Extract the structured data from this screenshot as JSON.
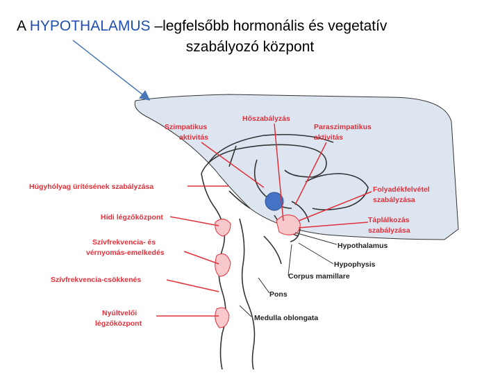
{
  "title": {
    "highlight": "HYPOTHALAMUS",
    "prefix": "A ",
    "rest_line1": " –legfelsőbb hormonális és vegetatív",
    "line2": "szabályozó központ"
  },
  "labels_red": {
    "szimpatikus_1": "Szimpatikus",
    "szimpatikus_2": "aktivitás",
    "hoszabalyzas": "Hőszabályzás",
    "paraszimpatikus_1": "Paraszimpatikus",
    "paraszimpatikus_2": "aktivitás",
    "hugyholyag": "Húgyhólyag ürítésének szabályzása",
    "folyadek_1": "Folyadékfelvétel",
    "folyadek_2": "szabályzása",
    "hidi": "Hídi légzőközpont",
    "taplalkozas_1": "Táplálkozás",
    "taplalkozas_2": "szabályzása",
    "szivfrekvencia_emel_1": "Szívfrekvencia- és",
    "szivfrekvencia_emel_2": "vérnyomás-emelkedés",
    "szivfrekvencia_csokk": "Szívfrekvencia-csökkenés",
    "nyultvel_1": "Nyúltvelői",
    "nyultvel_2": "légzőközpont"
  },
  "labels_dark": {
    "hypothalamus": "Hypothalamus",
    "hypophysis": "Hypophysis",
    "corpus": "Corpus mamillare",
    "pons": "Pons",
    "medulla": "Medulla oblongata"
  },
  "colors": {
    "highlight_region": "#dde5f1",
    "label_red": "#e0303a",
    "pointer_arrow": "#4a78b4",
    "marker_circle": "#4472c4"
  }
}
